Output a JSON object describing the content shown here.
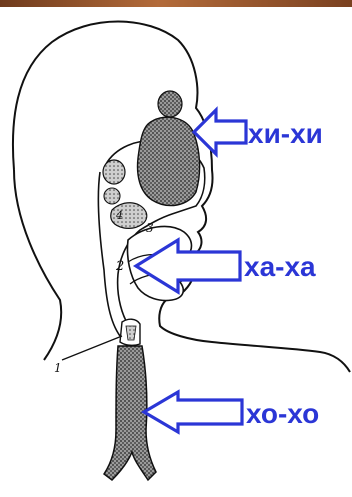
{
  "parts": {
    "p1": "1",
    "p2": "2",
    "p3": "3",
    "p4": "4"
  },
  "sounds": {
    "nasal": "хи-хи",
    "oral": "ха-ха",
    "chest": "хо-хо"
  },
  "colors": {
    "arrow": "#2b36d6",
    "label": "#2b36d6",
    "outline": "#111111",
    "top_strip": "#8a4d2a"
  },
  "icons": {
    "arrow": "arrow-left-icon"
  }
}
